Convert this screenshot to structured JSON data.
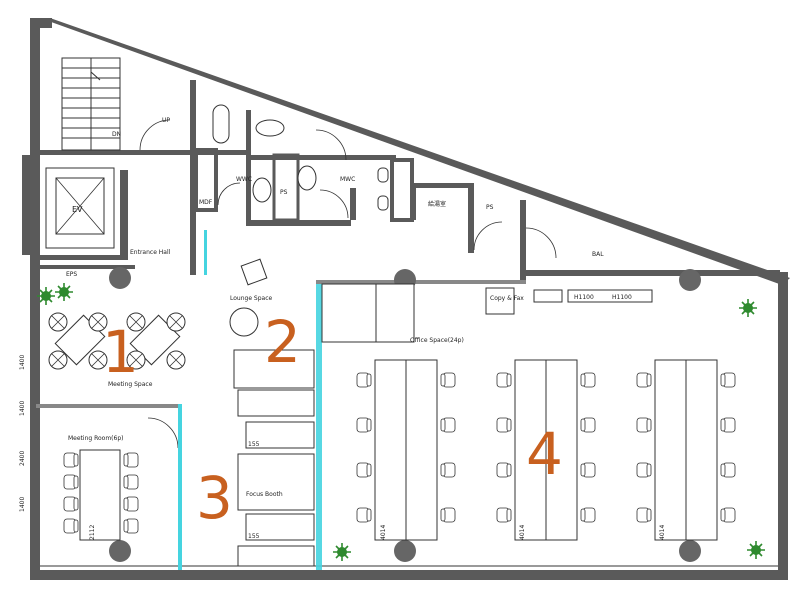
{
  "labels": {
    "dn": "DN",
    "up": "UP",
    "ev": "EV",
    "mdf": "MDF",
    "wwc": "WWC",
    "ps1": "PS",
    "mwc": "MWC",
    "kyutoushitsu": "給湯室",
    "ps2": "PS",
    "bal": "BAL",
    "entrance_hall": "Entrance Hall",
    "eps": "EPS",
    "lounge_space": "Lounge Space",
    "meeting_space": "Meeting Space",
    "meeting_room": "Meeting Room(6p)",
    "focus_booth": "Focus Booth",
    "office_space": "Office Space(24p)",
    "copy_fax": "Copy\n& Fax",
    "h1100_a": "H1100",
    "h1100_b": "H1100",
    "booth_size_1": "155",
    "booth_size_2": "155",
    "table_size": "2112",
    "desk_size_1": "4014",
    "desk_size_2": "4014",
    "desk_size_3": "4014",
    "window_1": "1400",
    "window_2": "1400",
    "window_3": "2400",
    "window_4": "1400"
  },
  "zones": [
    "1",
    "2",
    "3",
    "4"
  ],
  "colors": {
    "zone_number": "#c8601f",
    "wall": "#5a5a5a",
    "glass": "#45d4e0",
    "plant": "#2f8a2f"
  }
}
